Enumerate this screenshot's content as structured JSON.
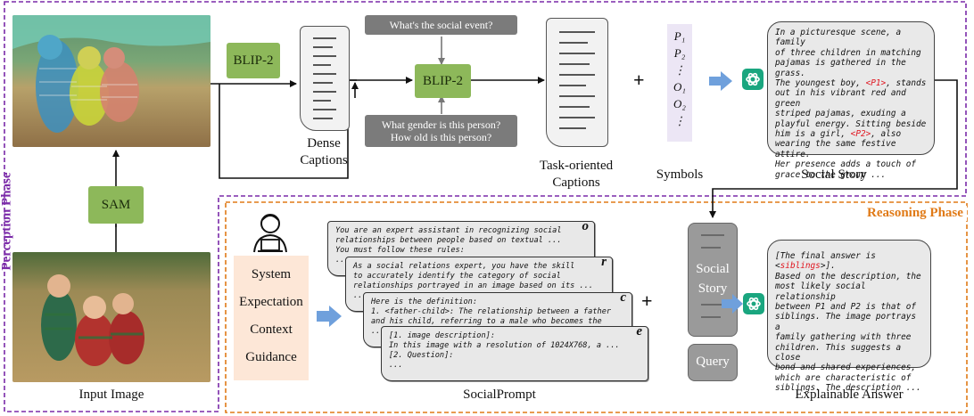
{
  "phases": {
    "perception": "Perception Phase",
    "reasoning": "Reasoning Phase"
  },
  "models": {
    "blip2_first": "BLIP-2",
    "blip2_second": "BLIP-2",
    "sam": "SAM"
  },
  "questions": {
    "social_event": "What's the social event?",
    "gender_age_line1": "What gender is this person?",
    "gender_age_line2": "How old is this person?"
  },
  "captions": {
    "dense_line1": "Dense",
    "dense_line2": "Captions",
    "task_line1": "Task-oriented",
    "task_line2": "Captions",
    "symbols": "Symbols",
    "social_story": "Social Story",
    "input_image": "Input Image",
    "social_prompt": "SocialPrompt",
    "explainable_answer": "Explainable Answer"
  },
  "symbols_list": [
    "P₁",
    "P₂",
    "⋮",
    "O₁",
    "O₂",
    "⋮"
  ],
  "plus": [
    "+",
    "+"
  ],
  "story_text": {
    "l1": "In a picturesque scene, a family",
    "l2": "of three children in matching",
    "l3": "pajamas is gathered in the grass.",
    "l4a": "The youngest boy, ",
    "l4tag": "<P1>",
    "l4b": ", stands",
    "l5": "out in his vibrant red and green",
    "l6": "striped pajamas, exuding a",
    "l7": "playful energy. Sitting beside",
    "l8a": "him is a girl, ",
    "l8tag": "<P2>",
    "l8b": ", also",
    "l9": "wearing the same festive attire.",
    "l10": "Her presence adds a touch of",
    "l11": "grace to the group ..."
  },
  "prompt_parts": [
    "System",
    "Expectation",
    "Context",
    "Guidance"
  ],
  "cards": {
    "o": {
      "tag": "o",
      "l1": "You are an expert assistant in recognizing social",
      "l2": "relationships between people based on textual ...",
      "l3": "You must follow these rules:",
      "l4": "..."
    },
    "r": {
      "tag": "r",
      "l1": "As a social relations expert, you have the skill",
      "l2": "to accurately identify the category of social",
      "l3": "relationships portrayed in an image based on its ...",
      "l4": "..."
    },
    "c": {
      "tag": "c",
      "l1": "Here is the definition:",
      "l2": "1. <father-child>: The relationship between a father",
      "l3": "and his child, referring to a male who becomes the",
      "l4": "..."
    },
    "e": {
      "tag": "e",
      "l1": "[1. image description]:",
      "l2": "In this image with a resolution of 1024X768, a ...",
      "l3": "[2. Question]:",
      "l4": "..."
    }
  },
  "reasoning_inputs": {
    "story_line1": "Social",
    "story_line2": "Story",
    "query": "Query"
  },
  "answer_text": {
    "l1a": "[The final answer is <",
    "l1tag": "siblings",
    "l1b": ">].",
    "l2": "Based on the description, the",
    "l3": "most likely social relationship",
    "l4": "between P1 and P2 is that of",
    "l5": "siblings. The image portrays a",
    "l6": "family gathering with three",
    "l7": "children. This suggests a close",
    "l8": "bond and shared experiences,",
    "l9": "which are characteristic of",
    "l10": "siblings. The description ..."
  },
  "icons": {
    "chatgpt_top": "chatgpt-logo-icon",
    "chatgpt_bottom": "chatgpt-logo-icon",
    "person": "person-at-laptop-icon"
  },
  "colors": {
    "perception_border": "#7a2aa8",
    "reasoning_border": "#e07a17",
    "blip_green": "#8db85a",
    "question_gray": "#7b7b7b",
    "symbols_bg": "#ece6f5",
    "prompt_bg": "#fde7d7",
    "chatgpt_green": "#1aa67f",
    "arrow_blue": "#6fa0dc",
    "highlight_red": "#e0141e"
  }
}
